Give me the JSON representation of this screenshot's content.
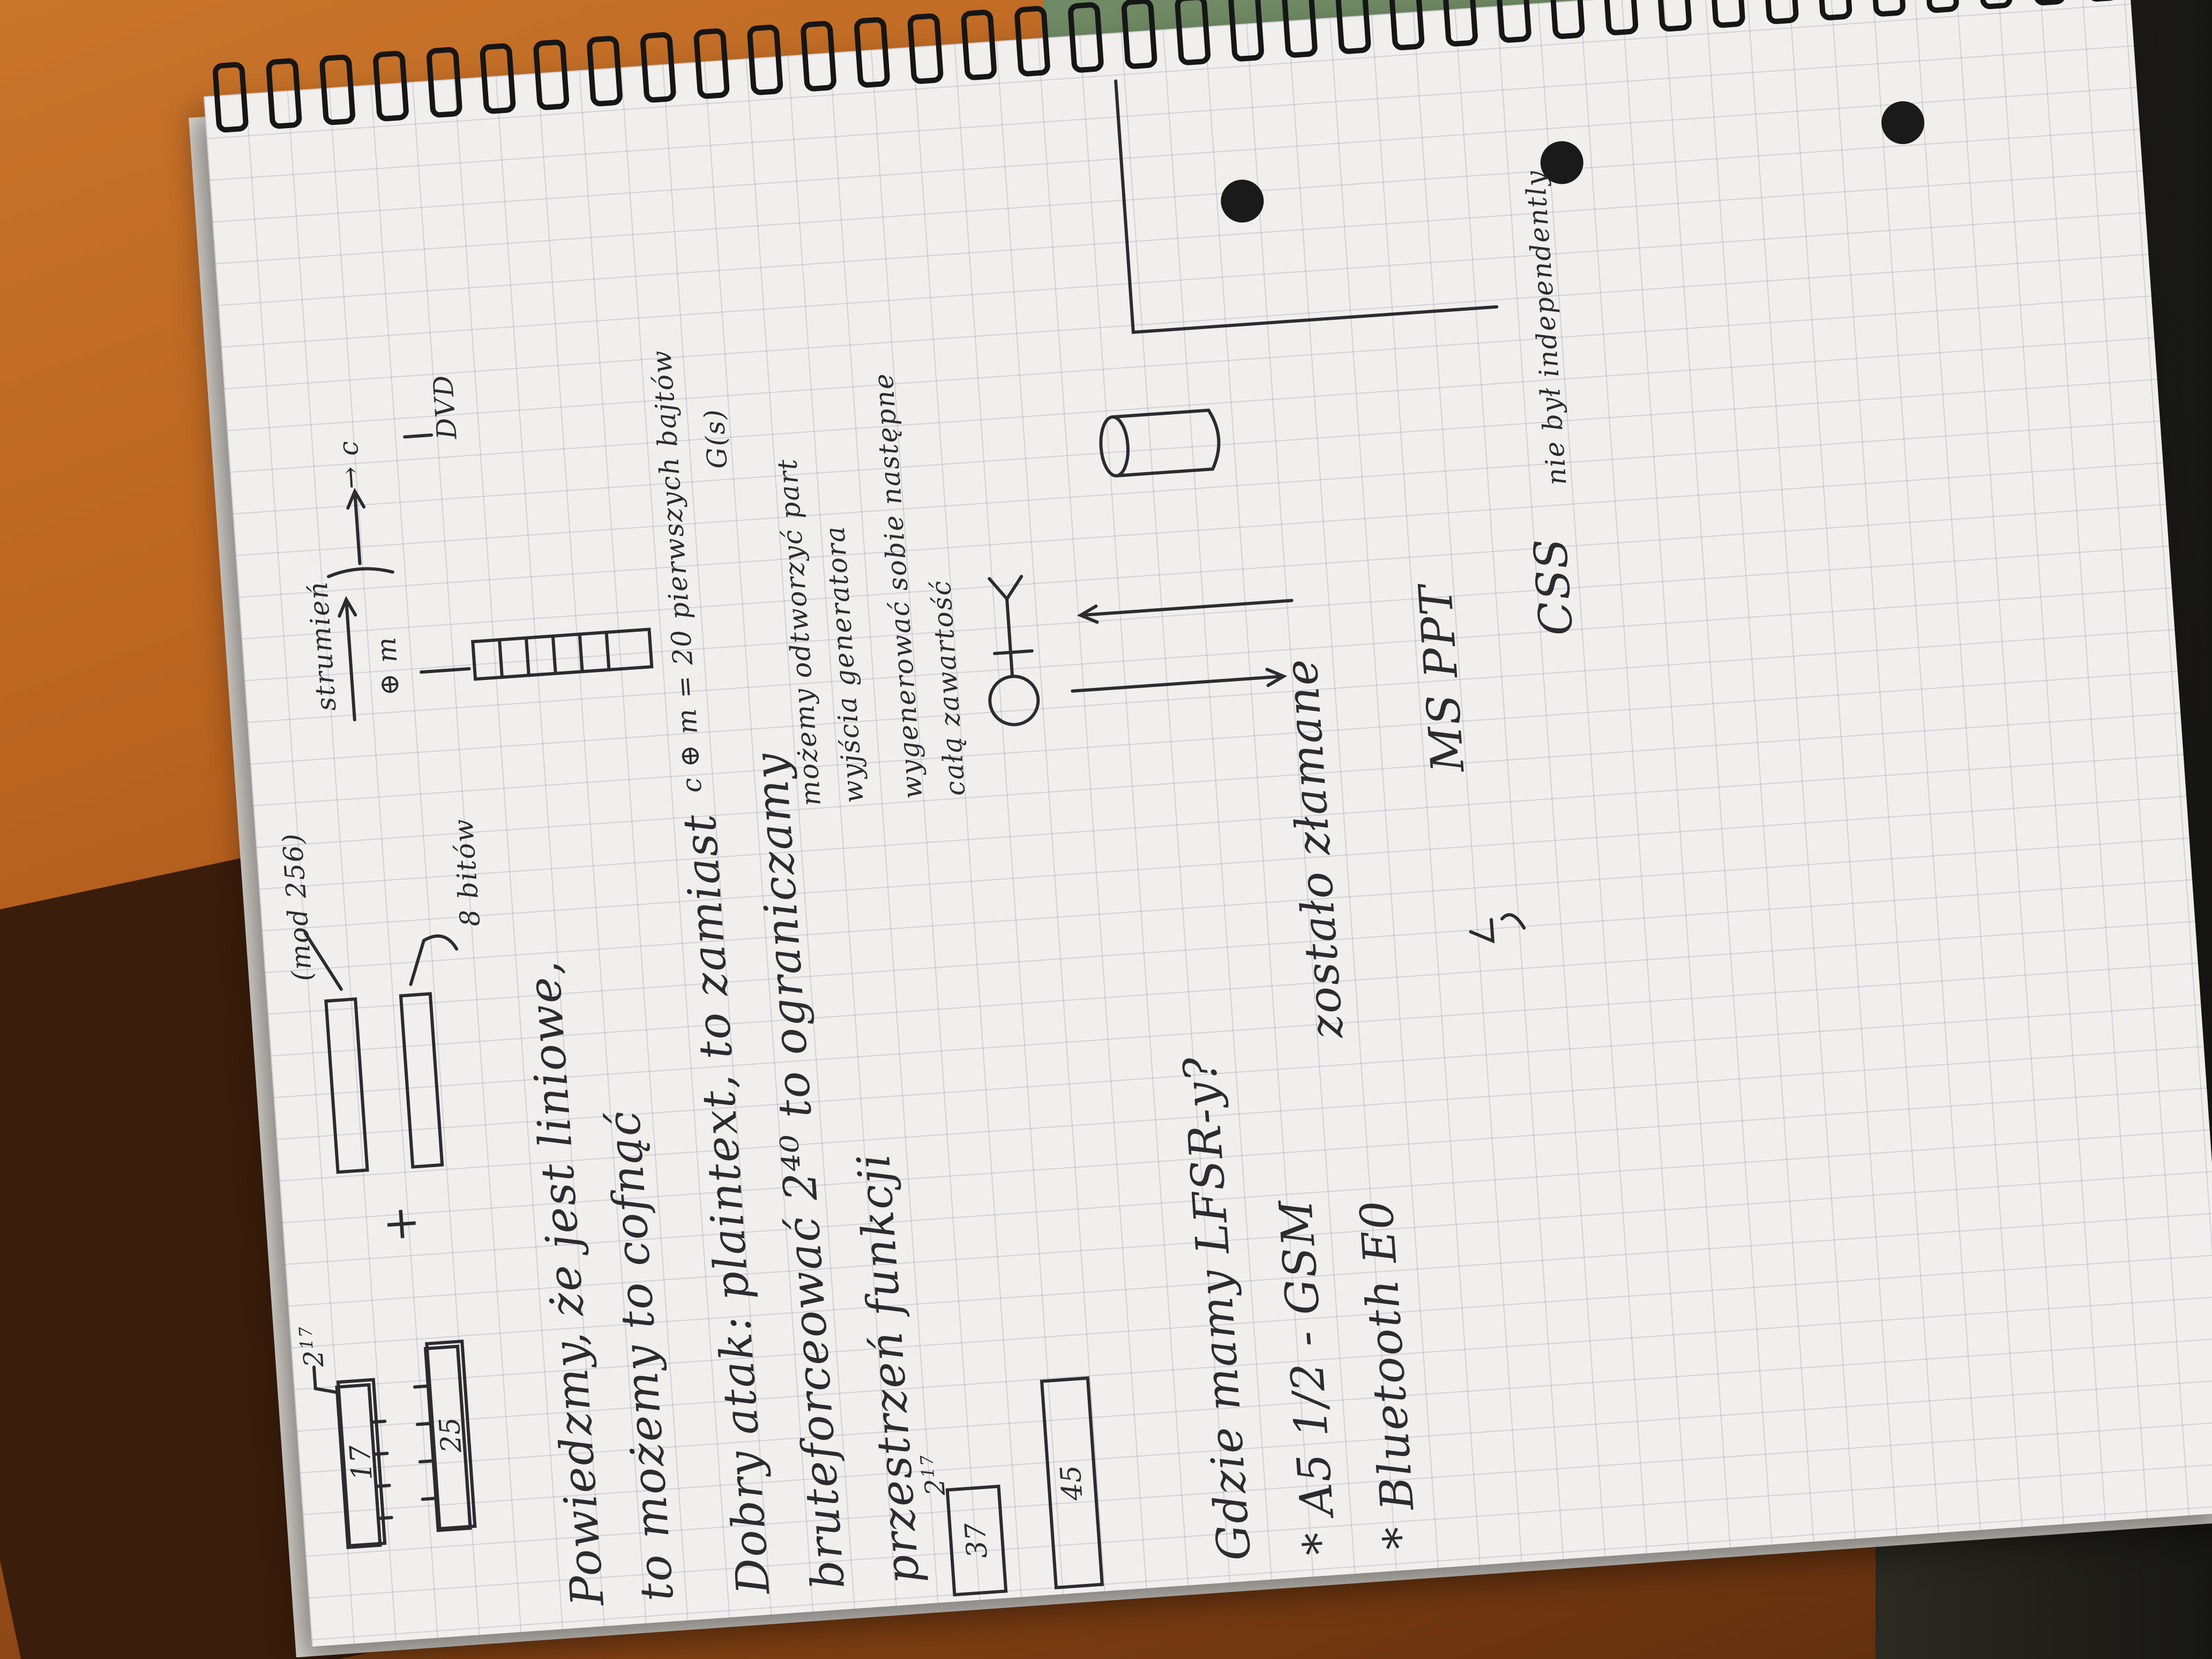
{
  "notes": {
    "diagram": {
      "reg1": "17",
      "reg2": "25",
      "exp_top": "2",
      "exp_top_sup": "17",
      "plus": "+",
      "mod": "(mod 256)",
      "bits": "8 bitów",
      "stream": "strumień",
      "xor_m": "⊕ m",
      "arrow_c": "→ c",
      "dvd": "DVD"
    },
    "lines": [
      "Powiedzmy, że jest liniowe,",
      "to możemy to cofnąć",
      "Dobry atak: plaintext, to zamiast",
      "bruteforceować 2⁴⁰ to ograniczamy",
      "przestrzeń funkcji"
    ],
    "exp_mid": "2",
    "exp_mid_sup": "17",
    "box_37": "37",
    "box_45": "45",
    "cm_line": "c ⊕ m = 20 pierwszych bajtów",
    "gs": "G(s)",
    "right_lines": [
      "możemy odtworzyć part",
      "wyjścia generatora",
      "wygenerować sobie następne",
      "całą zawartość"
    ],
    "lfsr_question": "Gdzie mamy LFSR-y?",
    "a5": "* A5 1/2 - GSM",
    "bluetooth": "* Bluetooth E0",
    "zostalo": "zostało złamane",
    "ms_ppt": "MS PPT",
    "css": "CSS",
    "css_note": "nie był independently"
  }
}
